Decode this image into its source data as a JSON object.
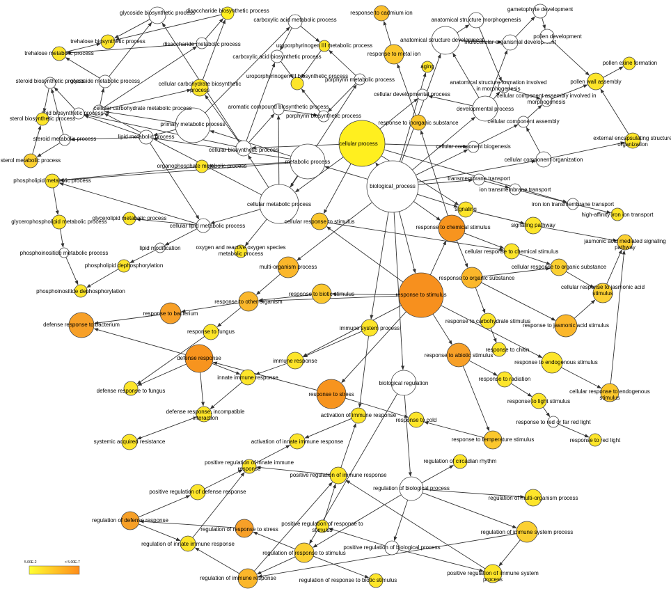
{
  "legend": {
    "min_label": "5.00E-2",
    "max_label": "< 5.00E-7",
    "color_low": "#ffff33",
    "color_high": "#ff8c1a"
  },
  "nodes": [
    {
      "id": "biological_process",
      "label": "biological_process",
      "color": "#ffffff"
    },
    {
      "id": "response_to_stimulus",
      "label": "response to stimulus",
      "color": "#f7901e"
    },
    {
      "id": "cellular_process",
      "label": "cellular process",
      "color": "#ffef1f"
    },
    {
      "id": "metabolic_process",
      "label": "metabolic process",
      "color": "#ffffff"
    },
    {
      "id": "cellular_metabolic_process",
      "label": "cellular metabolic process",
      "color": "#ffffff"
    },
    {
      "id": "primary_metabolic_process",
      "label": "primary metabolic process",
      "color": "#ffffff"
    },
    {
      "id": "cellular_biosynthetic_process",
      "label": "cellular biosynthetic process",
      "color": "#ffffff"
    },
    {
      "id": "glycoside_biosynthetic_process",
      "label": "glycoside biosynthetic process",
      "color": "#ffffff"
    },
    {
      "id": "disaccharide_biosynthetic_process",
      "label": "disaccharide biosynthetic process",
      "color": "#ffef1f"
    },
    {
      "id": "trehalose_biosynthetic_process",
      "label": "trehalose biosynthetic process",
      "color": "#fde52a"
    },
    {
      "id": "disaccharide_metabolic_process",
      "label": "disaccharide metabolic process",
      "color": "#ffffff"
    },
    {
      "id": "trehalose_metabolic_process",
      "label": "trehalose metabolic process",
      "color": "#fde52a"
    },
    {
      "id": "glycoside_metabolic_process",
      "label": "glycoside metabolic process",
      "color": "#ffffff"
    },
    {
      "id": "cellular_carbohydrate_biosynthetic_process",
      "label": "cellular carbohydrate biosynthetic process",
      "color": "#fde52a"
    },
    {
      "id": "carboxylic_acid_metabolic_process",
      "label": "carboxylic acid metabolic process",
      "color": "#ffffff"
    },
    {
      "id": "uroporphyrinogen_iii_metabolic_process",
      "label": "uroporphyrinogen III metabolic process",
      "color": "#fde52a"
    },
    {
      "id": "carboxylic_acid_biosynthetic_process",
      "label": "carboxylic acid biosynthetic process",
      "color": "#ffffff"
    },
    {
      "id": "uroporphyrinogen_iii_biosynthetic_process",
      "label": "uroporphyrinogen III biosynthetic process",
      "color": "#fde52a"
    },
    {
      "id": "porphyrin_metabolic_process",
      "label": "porphyrin metabolic process",
      "color": "#ffffff"
    },
    {
      "id": "porphyrin_biosynthetic_process",
      "label": "porphyrin biosynthetic process",
      "color": "#ffffff"
    },
    {
      "id": "aromatic_compound_biosynthetic_process",
      "label": "aromatic compound biosynthetic process",
      "color": "#ffffff"
    },
    {
      "id": "steroid_biosynthetic_process",
      "label": "steroid biosynthetic process",
      "color": "#ffffff"
    },
    {
      "id": "cellular_carbohydrate_metabolic_process",
      "label": "cellular carbohydrate metabolic process",
      "color": "#ffffff"
    },
    {
      "id": "lipid_biosynthetic_process",
      "label": "lipid biosynthetic process",
      "color": "#ffffff"
    },
    {
      "id": "sterol_biosynthetic_process",
      "label": "sterol biosynthetic process",
      "color": "#fde52a"
    },
    {
      "id": "lipid_metabolic_process",
      "label": "lipid metabolic process",
      "color": "#ffffff"
    },
    {
      "id": "steroid_metabolic_process",
      "label": "steroid metabolic process",
      "color": "#ffffff"
    },
    {
      "id": "sterol_metabolic_process",
      "label": "sterol metabolic process",
      "color": "#fbd032"
    },
    {
      "id": "organophosphate_metabolic_process",
      "label": "organophosphate metabolic process",
      "color": "#fde52a"
    },
    {
      "id": "phospholipid_metabolic_process",
      "label": "phospholipid metabolic process",
      "color": "#fde52a"
    },
    {
      "id": "glycerolipid_metabolic_process",
      "label": "glycerolipid metabolic process",
      "color": "#fde52a"
    },
    {
      "id": "glycerophospholipid_metabolic_process",
      "label": "glycerophospholipid metabolic process",
      "color": "#fde52a"
    },
    {
      "id": "cellular_lipid_metabolic_process",
      "label": "cellular lipid metabolic process",
      "color": "#ffffff"
    },
    {
      "id": "lipid_modification",
      "label": "lipid modification",
      "color": "#ffffff"
    },
    {
      "id": "phosphoinositide_metabolic_process",
      "label": "phosphoinositide metabolic process",
      "color": "#ffffff"
    },
    {
      "id": "phospholipid_dephosphorylation",
      "label": "phospholipid dephosphorylation",
      "color": "#fde52a"
    },
    {
      "id": "phosphoinositide_dephosphorylation",
      "label": "phosphoinositide dephosphorylation",
      "color": "#fde52a"
    },
    {
      "id": "oxygen_and_reactive_oxygen_species_metabolic_process",
      "label": "oxygen and reactive oxygen species metabolic process",
      "color": "#fde52a"
    },
    {
      "id": "response_to_cadmium_ion",
      "label": "response to cadmium ion",
      "color": "#fbbf2b"
    },
    {
      "id": "response_to_metal_ion",
      "label": "response to metal ion",
      "color": "#fbc72d"
    },
    {
      "id": "aging",
      "label": "aging",
      "color": "#fde52a"
    },
    {
      "id": "anatomical_structure_morphogenesis",
      "label": "anatomical structure morphogenesis",
      "color": "#ffffff"
    },
    {
      "id": "anatomical_structure_development",
      "label": "anatomical structure development",
      "color": "#ffffff"
    },
    {
      "id": "multicellular_organismal_development",
      "label": "multicellular organismal development",
      "color": "#ffffff"
    },
    {
      "id": "gametophyte_development",
      "label": "gametophyte development",
      "color": "#ffffff"
    },
    {
      "id": "pollen_development",
      "label": "pollen development",
      "color": "#ffffff"
    },
    {
      "id": "pollen_exine_formation",
      "label": "pollen exine formation",
      "color": "#fde52a"
    },
    {
      "id": "pollen_wall_assembly",
      "label": "pollen wall assembly",
      "color": "#fde52a"
    },
    {
      "id": "anatomical_structure_formation_involved_in_morphogenesis",
      "label": "anatomical structure formation involved in morphogenesis",
      "color": "#ffffff"
    },
    {
      "id": "cellular_component_assembly_involved_in_morphogenesis",
      "label": "cellular component assembly involved in morphogenesis",
      "color": "#ffffff"
    },
    {
      "id": "cellular_developmental_process",
      "label": "cellular developmental process",
      "color": "#ffffff"
    },
    {
      "id": "developmental_process",
      "label": "developmental process",
      "color": "#ffffff"
    },
    {
      "id": "response_to_inorganic_substance",
      "label": "response to inorganic substance",
      "color": "#fbc72d"
    },
    {
      "id": "cellular_component_assembly",
      "label": "cellular component assembly",
      "color": "#ffffff"
    },
    {
      "id": "external_encapsulating_structure_organization",
      "label": "external encapsulating structure organization",
      "color": "#fde52a"
    },
    {
      "id": "cellular_component_biogenesis",
      "label": "cellular component biogenesis",
      "color": "#ffffff"
    },
    {
      "id": "cellular_component_organization",
      "label": "cellular component organization",
      "color": "#ffffff"
    },
    {
      "id": "transmembrane_transport",
      "label": "transmembrane transport",
      "color": "#ffffff"
    },
    {
      "id": "ion_transmembrane_transport",
      "label": "ion transmembrane transport",
      "color": "#ffffff"
    },
    {
      "id": "iron_ion_transmembrane_transport",
      "label": "iron ion transmembrane transport",
      "color": "#ffffff"
    },
    {
      "id": "high_affinity_iron_ion_transport",
      "label": "high-affinity iron ion transport",
      "color": "#fde52a"
    },
    {
      "id": "signaling",
      "label": "signaling",
      "color": "#fde52a"
    },
    {
      "id": "signaling_pathway",
      "label": "signaling pathway",
      "color": "#fde52a"
    },
    {
      "id": "jasmonic_acid_mediated_signaling_pathway",
      "label": "jasmonic acid mediated signaling pathway",
      "color": "#fbd032"
    },
    {
      "id": "cellular_response_to_stimulus",
      "label": "cellular response to stimulus",
      "color": "#fbc72d"
    },
    {
      "id": "response_to_chemical_stimulus",
      "label": "response to chemical stimulus",
      "color": "#f7941e"
    },
    {
      "id": "cellular_response_to_chemical_stimulus",
      "label": "cellular response to chemical stimulus",
      "color": "#fde52a"
    },
    {
      "id": "cellular_response_to_organic_substance",
      "label": "cellular response to organic substance",
      "color": "#fbd032"
    },
    {
      "id": "response_to_organic_substance",
      "label": "response to organic substance",
      "color": "#fbb72b"
    },
    {
      "id": "cellular_response_to_jasmonic_acid_stimulus",
      "label": "cellular response to jasmonic acid stimulus",
      "color": "#fbd032"
    },
    {
      "id": "multi_organism_process",
      "label": "multi-organism process",
      "color": "#fbb72b"
    },
    {
      "id": "response_to_biotic_stimulus",
      "label": "response to biotic stimulus",
      "color": "#fbc72d"
    },
    {
      "id": "response_to_other_organism",
      "label": "response to other organism",
      "color": "#fbb72b"
    },
    {
      "id": "response_to_bacterium",
      "label": "response to bacterium",
      "color": "#f7a028"
    },
    {
      "id": "defense_response_to_bacterium",
      "label": "defense response to bacterium",
      "color": "#f7a028"
    },
    {
      "id": "response_to_fungus",
      "label": "response to fungus",
      "color": "#fde52a"
    },
    {
      "id": "immune_system_process",
      "label": "immune system process",
      "color": "#fde52a"
    },
    {
      "id": "response_to_carbohydrate_stimulus",
      "label": "response to carbohydrate stimulus",
      "color": "#fde52a"
    },
    {
      "id": "response_to_jasmonic_acid_stimulus",
      "label": "response to jasmonic acid stimulus",
      "color": "#fbb72b"
    },
    {
      "id": "response_to_chitin",
      "label": "response to chitin",
      "color": "#fde52a"
    },
    {
      "id": "response_to_abiotic_stimulus",
      "label": "response to abiotic stimulus",
      "color": "#f7a028"
    },
    {
      "id": "response_to_endogenous_stimulus",
      "label": "response to endogenous stimulus",
      "color": "#fde52a"
    },
    {
      "id": "defense_response",
      "label": "defense response",
      "color": "#f7941e"
    },
    {
      "id": "immune_response",
      "label": "immune response",
      "color": "#fde52a"
    },
    {
      "id": "innate_immune_response",
      "label": "innate immune response",
      "color": "#fde52a"
    },
    {
      "id": "defense_response_to_fungus",
      "label": "defense response to fungus",
      "color": "#fde52a"
    },
    {
      "id": "response_to_radiation",
      "label": "response to radiation",
      "color": "#fde52a"
    },
    {
      "id": "cellular_response_to_endogenous_stimulus",
      "label": "cellular response to endogenous stimulus",
      "color": "#fbc72d"
    },
    {
      "id": "biological_regulation",
      "label": "biological regulation",
      "color": "#ffffff"
    },
    {
      "id": "response_to_stress",
      "label": "response to stress",
      "color": "#f7941e"
    },
    {
      "id": "response_to_light_stimulus",
      "label": "response to light stimulus",
      "color": "#fde52a"
    },
    {
      "id": "defense_response_incompatible_interaction",
      "label": "defense response, incompatible interaction",
      "color": "#fde52a"
    },
    {
      "id": "activation_of_immune_response",
      "label": "activation of immune response",
      "color": "#fde52a"
    },
    {
      "id": "response_to_cold",
      "label": "response to cold",
      "color": "#fde52a"
    },
    {
      "id": "response_to_red_or_far_red_light",
      "label": "response to red or far red light",
      "color": "#ffffff"
    },
    {
      "id": "systemic_acquired_resistance",
      "label": "systemic acquired resistance",
      "color": "#fde52a"
    },
    {
      "id": "response_to_temperature_stimulus",
      "label": "response to temperature stimulus",
      "color": "#fbc72d"
    },
    {
      "id": "response_to_red_light",
      "label": "response to red light",
      "color": "#fde52a"
    },
    {
      "id": "activation_of_innate_immune_response",
      "label": "activation of innate immune response",
      "color": "#fde52a"
    },
    {
      "id": "positive_regulation_of_innate_immune_response",
      "label": "positive regulation of innate immune response",
      "color": "#fde52a"
    },
    {
      "id": "regulation_of_circadian_rhythm",
      "label": "regulation of circadian rhythm",
      "color": "#fde52a"
    },
    {
      "id": "positive_regulation_of_immune_response",
      "label": "positive regulation of immune response",
      "color": "#fde52a"
    },
    {
      "id": "regulation_of_biological_process",
      "label": "regulation of biological process",
      "color": "#ffffff"
    },
    {
      "id": "positive_regulation_of_defense_response",
      "label": "positive regulation of defense response",
      "color": "#fde52a"
    },
    {
      "id": "regulation_of_multi_organism_process",
      "label": "regulation of multi-organism process",
      "color": "#fde52a"
    },
    {
      "id": "regulation_of_defense_response",
      "label": "regulation of defense response",
      "color": "#f7a028"
    },
    {
      "id": "positive_regulation_of_response_to_stimulus",
      "label": "positive regulation of response to stimulus",
      "color": "#fde52a"
    },
    {
      "id": "regulation_of_response_to_stress",
      "label": "regulation of response to stress",
      "color": "#f7a028"
    },
    {
      "id": "regulation_of_immune_system_process",
      "label": "regulation of immune system process",
      "color": "#fbd032"
    },
    {
      "id": "regulation_of_innate_immune_response",
      "label": "regulation of innate immune response",
      "color": "#fde52a"
    },
    {
      "id": "regulation_of_response_to_stimulus",
      "label": "regulation of response to stimulus",
      "color": "#fbd032"
    },
    {
      "id": "positive_regulation_of_biological_process",
      "label": "positive regulation of biological process",
      "color": "#ffffff"
    },
    {
      "id": "positive_regulation_of_immune_system_process",
      "label": "positive regulation of immune system process",
      "color": "#fde52a"
    },
    {
      "id": "regulation_of_immune_response",
      "label": "regulation of immune response",
      "color": "#fbb72b"
    },
    {
      "id": "regulation_of_response_to_biotic_stimulus",
      "label": "regulation of response to biotic stimulus",
      "color": "#fde52a"
    }
  ]
}
